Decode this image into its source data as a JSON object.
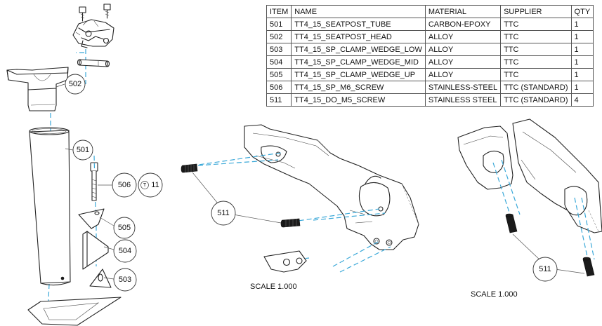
{
  "bom": {
    "headers": [
      "ITEM",
      "NAME",
      "MATERIAL",
      "SUPPLIER",
      "QTY"
    ],
    "rows": [
      [
        "501",
        "TT4_15_SEATPOST_TUBE",
        "CARBON-EPOXY",
        "TTC",
        "1"
      ],
      [
        "502",
        "TT4_15_SEATPOST_HEAD",
        "ALLOY",
        "TTC",
        "1"
      ],
      [
        "503",
        "TT4_15_SP_CLAMP_WEDGE_LOW",
        "ALLOY",
        "TTC",
        "1"
      ],
      [
        "504",
        "TT4_15_SP_CLAMP_WEDGE_MID",
        "ALLOY",
        "TTC",
        "1"
      ],
      [
        "505",
        "TT4_15_SP_CLAMP_WEDGE_UP",
        "ALLOY",
        "TTC",
        "1"
      ],
      [
        "506",
        "TT4_15_SP_M6_SCREW",
        "STAINLESS-STEEL",
        "TTC (STANDARD)",
        "1"
      ],
      [
        "511",
        "TT4_15_DO_M5_SCREW",
        "STAINLESS STEEL",
        "TTC (STANDARD)",
        "4"
      ]
    ]
  },
  "balloons": {
    "b502": "502",
    "b501": "501",
    "b506": "506",
    "b505": "505",
    "b504": "504",
    "b503": "503",
    "b511a": "511",
    "b511b": "511"
  },
  "torque_note": {
    "symbol": "T",
    "value": "11"
  },
  "views": {
    "scale_view_1": "SCALE  1.000",
    "scale_view_2": "SCALE  1.000"
  },
  "colors": {
    "axis_lines": "#3aa8d8",
    "part_lines": "#222222"
  }
}
